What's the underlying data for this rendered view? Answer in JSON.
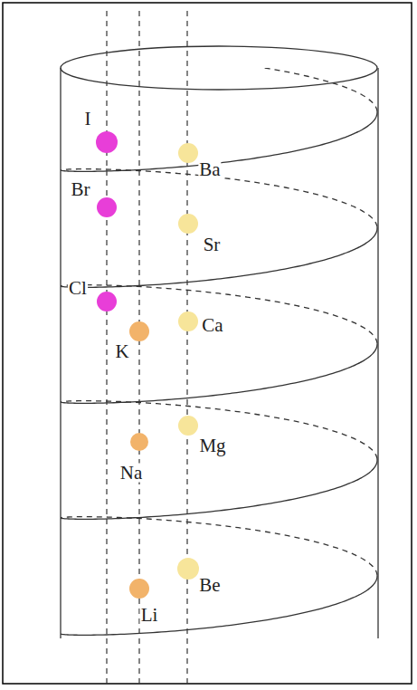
{
  "diagram": {
    "labels": [
      "I",
      "Br",
      "Cl",
      "K",
      "Na",
      "Li",
      "Ba",
      "Sr",
      "Ca",
      "Mg",
      "Be"
    ]
  }
}
